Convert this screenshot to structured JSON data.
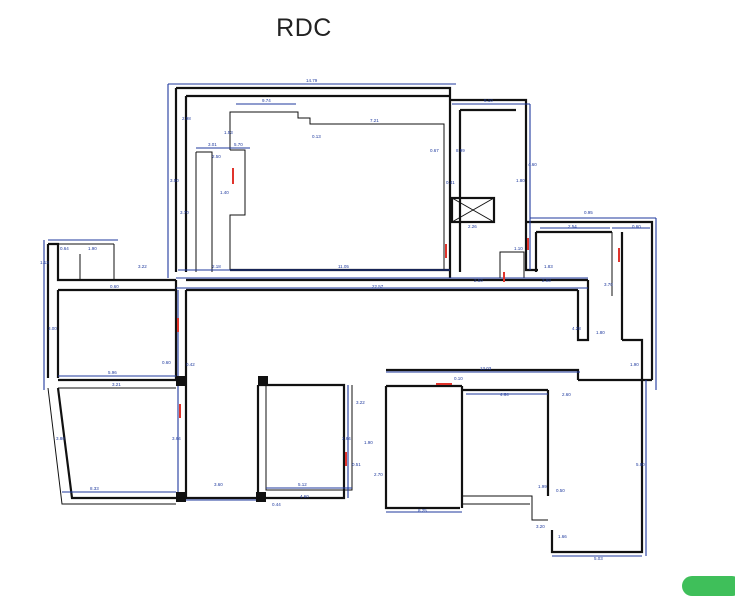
{
  "title": "RDC",
  "dimensions": [
    "14.79",
    "9.74",
    "7.21",
    "3.01",
    "5.70",
    "0.13",
    "3.50",
    "2.50",
    "2.98",
    "1.53",
    "8.10",
    "8.99",
    "4.60",
    "1.80",
    "0.41",
    "0.67",
    "3.70",
    "1.40",
    "2.26",
    "1.10",
    "2.18",
    "11.05",
    "2.50",
    "0.95",
    "2.54",
    "0.60",
    "1.83",
    "3.70",
    "2.98",
    "0.64",
    "1.90",
    "3.22",
    "0.60",
    "22.57",
    "1.13",
    "1.80",
    "4.28",
    "3.00",
    "0.42",
    "5.96",
    "3.21",
    "0.60",
    "3.64",
    "13.03",
    "0.10",
    "4.64",
    "2.60",
    "3.22",
    "3.64",
    "1.90",
    "0.51",
    "3.60",
    "5.12",
    "0.44",
    "4.60",
    "1.99",
    "0.50",
    "3.20",
    "1.66",
    "5.03",
    "1.90",
    "8.25",
    "2.70",
    "8.33",
    "5.80",
    "3.80"
  ],
  "badge_color": "#3fbf5a"
}
